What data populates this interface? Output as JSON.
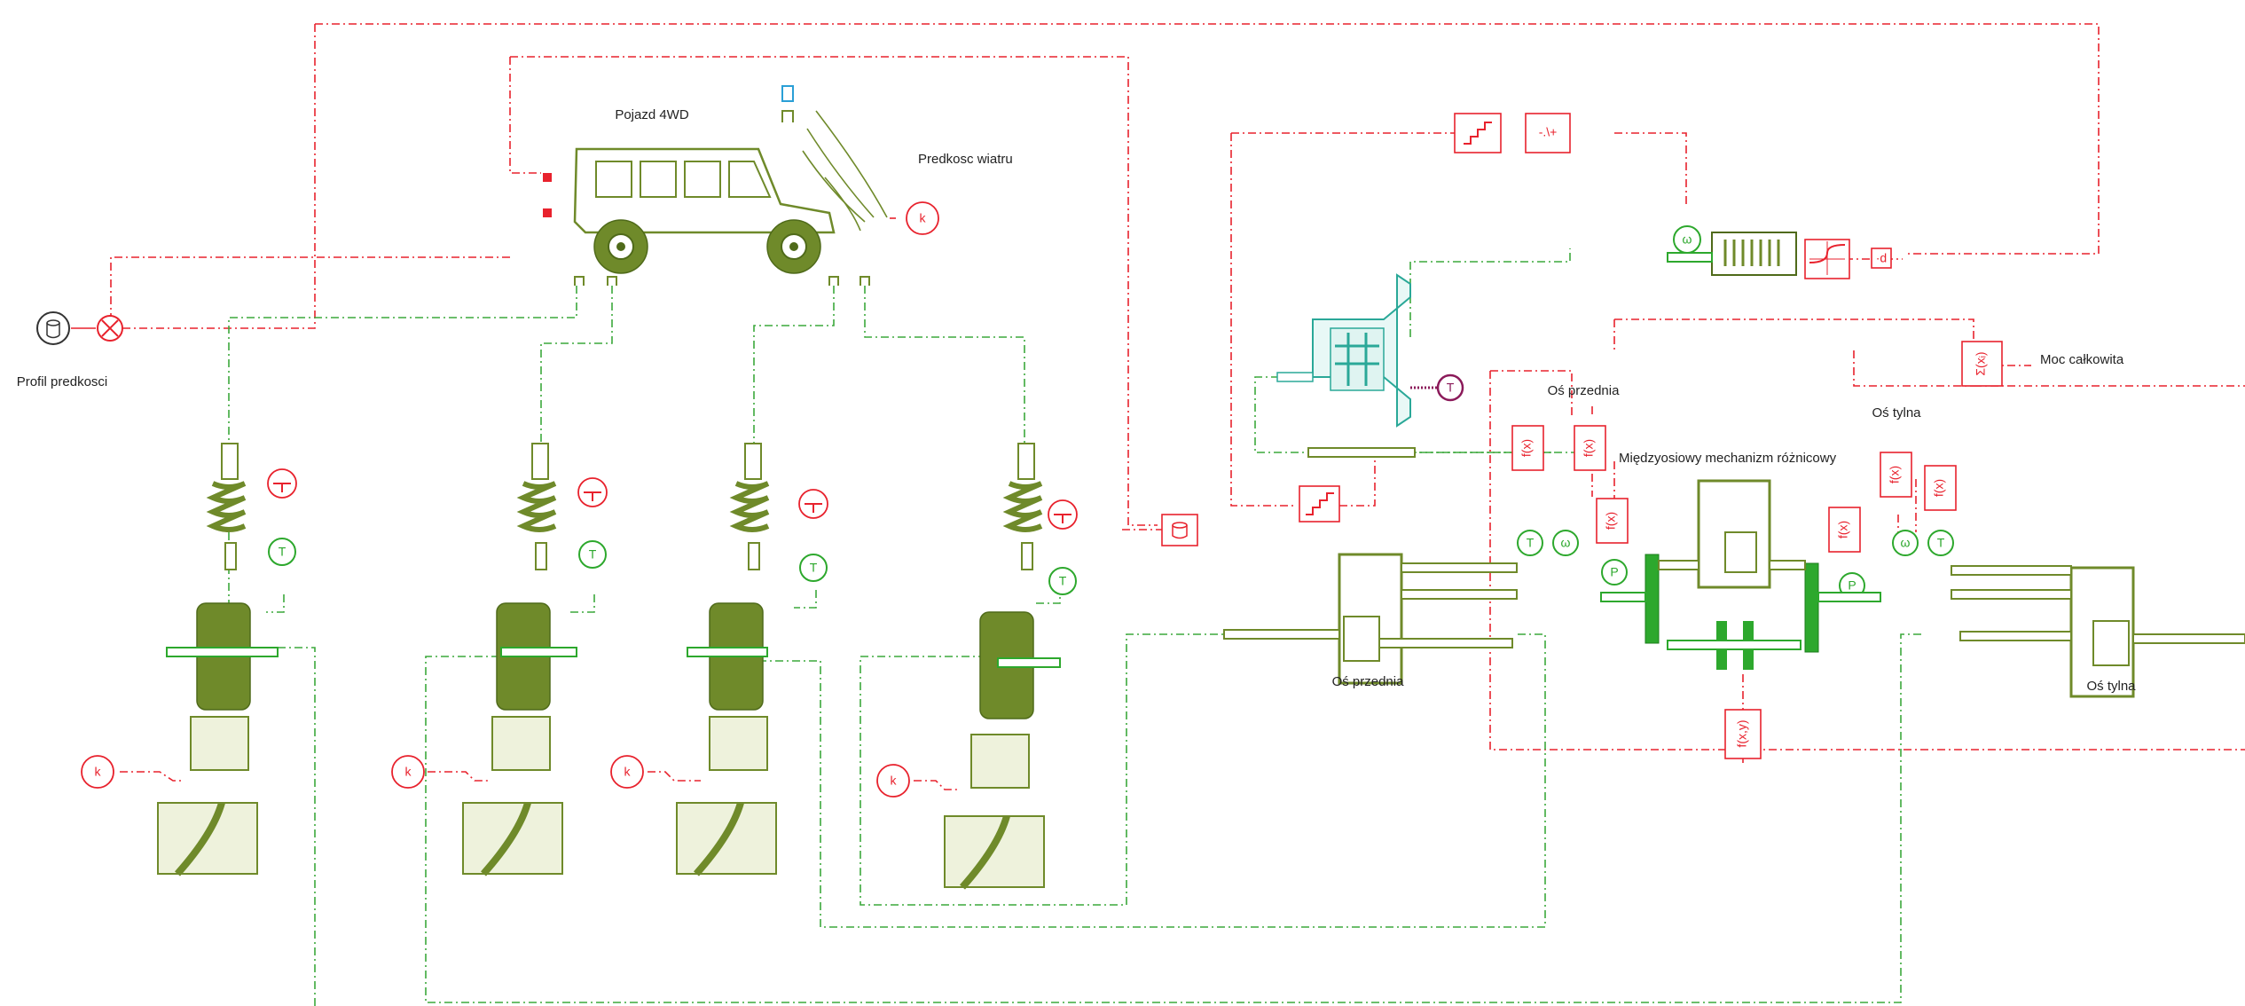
{
  "labels": {
    "vehicle": "Pojazd 4WD",
    "wind_speed": "Predkosc wiatru",
    "speed_profile": "Profil predkosci",
    "front_axle_top": "Oś przednia",
    "rear_axle_top": "Oś tylna",
    "center_diff": "Międzyosiowy mechanizm różnicowy",
    "total_power": "Moc całkowita",
    "front_axle_bottom": "Oś przednia",
    "rear_axle_bottom": "Oś tylna"
  },
  "symbols": {
    "gain_k": "k",
    "torque_t": "T",
    "speed_w": "ω",
    "power_p": "P",
    "function_fx": "f(x)",
    "function_fxy": "f(x,y)",
    "sum_power": "Σ(xᵢ)",
    "saturation": "-.\\+",
    "gain_small": "·d"
  },
  "colors": {
    "signal_line": "#e8222d",
    "mechanical_line": "#3ca83c",
    "component_olive": "#6f8a2a",
    "gearbox_teal": "#2aa898",
    "torque_source": "#8b1a5a"
  },
  "icons": [
    "car-4wd-icon",
    "wind-icon",
    "speed-profile-source-icon",
    "summing-junction-icon",
    "suspension-spring-icon",
    "tire-icon",
    "road-condition-icon",
    "road-track-icon",
    "gearbox-icon",
    "electric-motor-icon",
    "differential-icon",
    "shaft-icon",
    "torque-sensor-icon",
    "speed-sensor-icon",
    "power-sensor-icon",
    "data-store-icon"
  ]
}
